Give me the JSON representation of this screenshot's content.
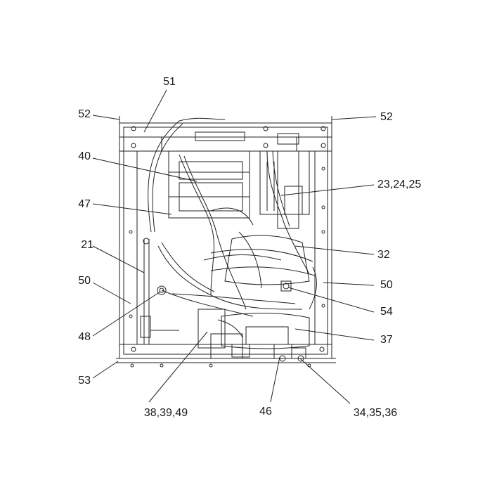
{
  "callouts": [
    {
      "id": "c51",
      "text": "51"
    },
    {
      "id": "c52l",
      "text": "52"
    },
    {
      "id": "c52r",
      "text": "52"
    },
    {
      "id": "c40",
      "text": "40"
    },
    {
      "id": "c23",
      "text": "23,24,25"
    },
    {
      "id": "c47",
      "text": "47"
    },
    {
      "id": "c21",
      "text": "21"
    },
    {
      "id": "c32",
      "text": "32"
    },
    {
      "id": "c50l",
      "text": "50"
    },
    {
      "id": "c50r",
      "text": "50"
    },
    {
      "id": "c54",
      "text": "54"
    },
    {
      "id": "c48",
      "text": "48"
    },
    {
      "id": "c37",
      "text": "37"
    },
    {
      "id": "c53",
      "text": "53"
    },
    {
      "id": "c46",
      "text": "46"
    },
    {
      "id": "c38",
      "text": "38,39,49"
    },
    {
      "id": "c34",
      "text": "34,35,36"
    }
  ],
  "colors": {
    "line": "#222222",
    "label": "#1a1a1a",
    "background": "#ffffff"
  }
}
